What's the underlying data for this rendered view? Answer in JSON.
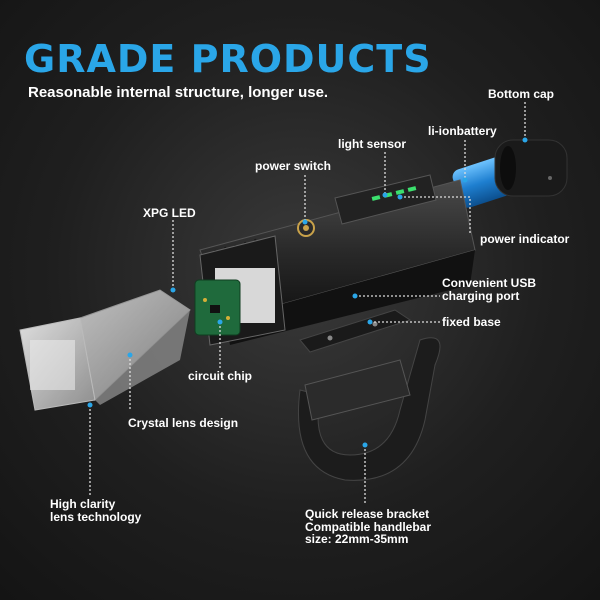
{
  "header": {
    "title": "GRADE PRODUCTS",
    "subtitle": "Reasonable internal structure, longer use."
  },
  "labels": {
    "bottom_cap": "Bottom cap",
    "light_sensor": "light sensor",
    "li_ion_battery": "li-ionbattery",
    "power_switch": "power switch",
    "xpg_led": "XPG LED",
    "power_indicator": "power indicator",
    "usb_port_line1": "Convenient USB",
    "usb_port_line2": "charging port",
    "fixed_base": "fixed base",
    "circuit_chip": "circuit chip",
    "crystal_lens": "Crystal lens design",
    "lens_tech_line1": "High clarity",
    "lens_tech_line2": "lens technology",
    "bracket_line1": "Quick release bracket",
    "bracket_line2": "Compatible handlebar",
    "bracket_line3": "size: 22mm-35mm"
  },
  "colors": {
    "title": "#2aa6e8",
    "battery": "#1e7fd0",
    "callout_dot": "#2aa6e8"
  }
}
